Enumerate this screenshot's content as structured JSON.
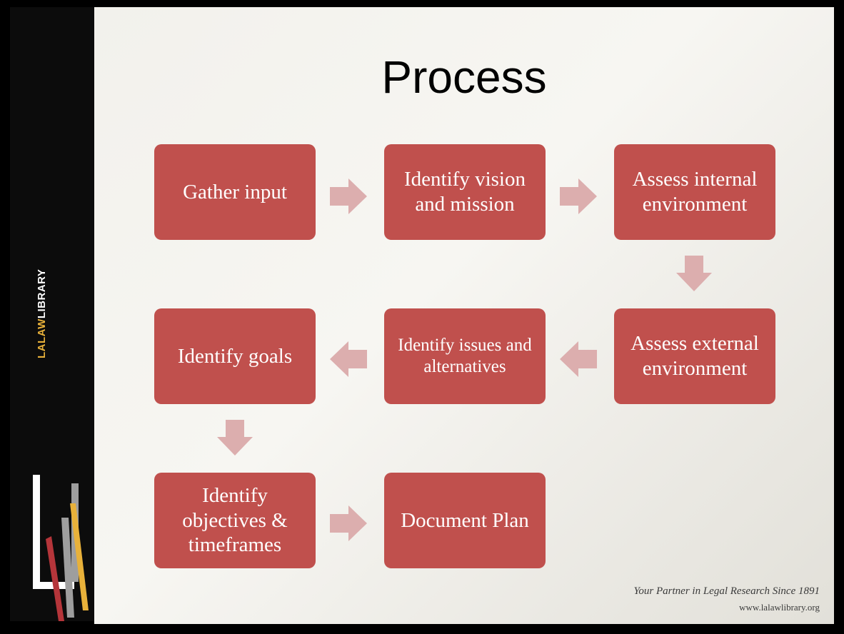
{
  "slide": {
    "title": "Process"
  },
  "brand": {
    "name_part1": "LALAW",
    "name_part2": "LIBRARY",
    "accent": "#e8b13a"
  },
  "diagram": {
    "box_color": "#c0504d",
    "arrow_color": "#dcaeae",
    "steps": [
      {
        "label": "Gather input"
      },
      {
        "label": "Identify vision and mission"
      },
      {
        "label": "Assess internal environment"
      },
      {
        "label": "Assess external environment"
      },
      {
        "label": "Identify issues and alternatives"
      },
      {
        "label": "Identify goals"
      },
      {
        "label": "Identify objectives & timeframes"
      },
      {
        "label": "Document Plan"
      }
    ]
  },
  "footer": {
    "tagline": "Your Partner in Legal Research Since 1891",
    "url": "www.lalawlibrary.org"
  }
}
